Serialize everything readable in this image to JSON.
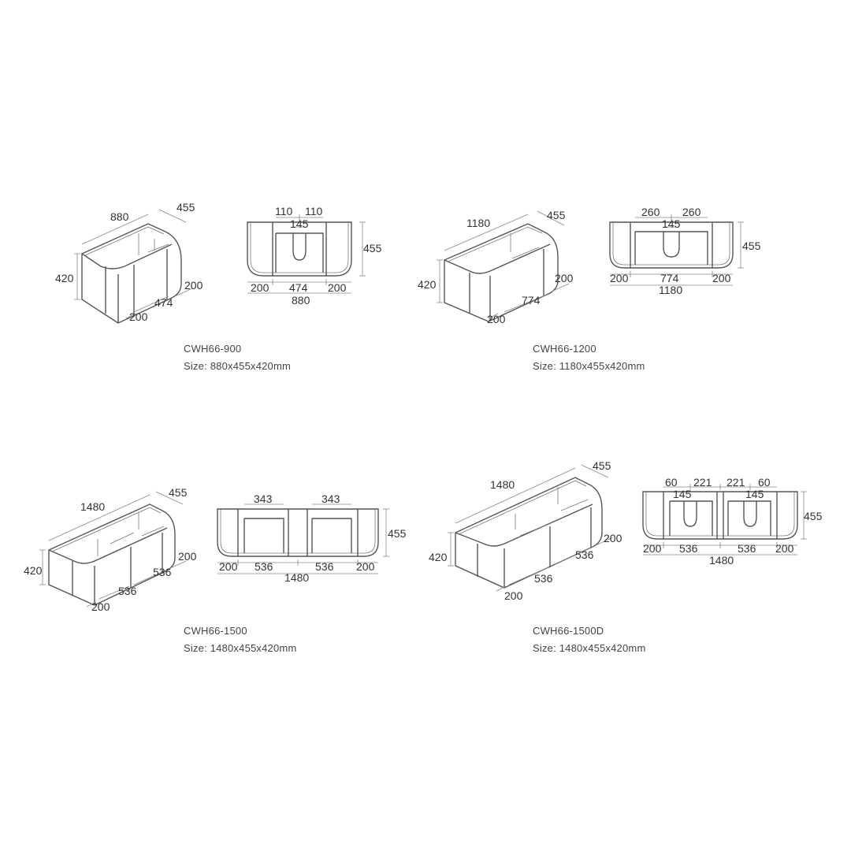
{
  "products": [
    {
      "model": "CWH66-900",
      "size": "Size: 880x455x420mm",
      "iso": {
        "width": "880",
        "depth": "455",
        "height": "420",
        "side_right": "200",
        "center": "474",
        "side_left": "200"
      },
      "front": {
        "top": [
          "110",
          "110"
        ],
        "cutout": "145",
        "depth": "455",
        "bottom": [
          "200",
          "474",
          "200"
        ],
        "total": "880"
      }
    },
    {
      "model": "CWH66-1200",
      "size": "Size: 1180x455x420mm",
      "iso": {
        "width": "1180",
        "depth": "455",
        "height": "420",
        "side_right": "200",
        "center": "774",
        "side_left": "200"
      },
      "front": {
        "top": [
          "260",
          "260"
        ],
        "cutout": "145",
        "depth": "455",
        "bottom": [
          "200",
          "774",
          "200"
        ],
        "total": "1180"
      }
    },
    {
      "model": "CWH66-1500",
      "size": "Size: 1480x455x420mm",
      "iso": {
        "width": "1480",
        "depth": "455",
        "height": "420",
        "side_right": "200",
        "center_right": "536",
        "center_left": "536",
        "side_left": "200"
      },
      "front": {
        "top": [
          "343",
          "343"
        ],
        "depth": "455",
        "bottom": [
          "200",
          "536",
          "536",
          "200"
        ],
        "total": "1480"
      }
    },
    {
      "model": "CWH66-1500D",
      "size": "Size: 1480x455x420mm",
      "iso": {
        "width": "1480",
        "depth": "455",
        "height": "420",
        "side_right": "200",
        "center_right": "536",
        "center_left": "536",
        "side_left": "200"
      },
      "front": {
        "top": [
          "60",
          "221",
          "221",
          "60"
        ],
        "cutouts": [
          "145",
          "145"
        ],
        "depth": "455",
        "bottom": [
          "200",
          "536",
          "536",
          "200"
        ],
        "total": "1480"
      }
    }
  ]
}
